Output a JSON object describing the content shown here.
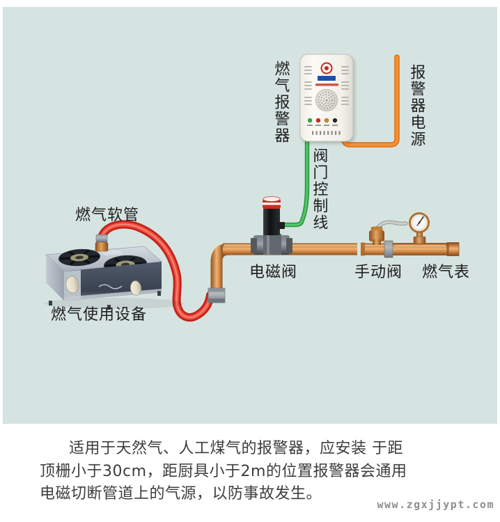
{
  "diagram": {
    "background_color": "#d6e4e1",
    "labels": {
      "alarm": "燃气报警器",
      "alarm_power": "报警器电源",
      "valve_control_line": "阀门控制线",
      "gas_hose": "燃气软管",
      "solenoid_valve": "电磁阀",
      "manual_valve": "手动阀",
      "gas_meter": "燃气表",
      "gas_appliance": "燃气使用设备"
    },
    "colors": {
      "power_wire": "#ef8629",
      "control_wire": "#36a04d",
      "hose": "#d5271f",
      "copper_pipe": "#c07c3c",
      "solenoid_cap": "#ce2b23",
      "led_indicators": [
        "#2fae4a",
        "#d02c22",
        "#d08b2a",
        "#222222"
      ]
    }
  },
  "caption": {
    "lines": [
      "适用于天然气、人工煤气的报警器，应安装 于距",
      "顶栅小于30cm，距厨具小于2m的位置报警器会通用",
      "电磁切断管道上的气源，以防事故发生。"
    ]
  },
  "watermark": "www.zgxjjypt.com"
}
